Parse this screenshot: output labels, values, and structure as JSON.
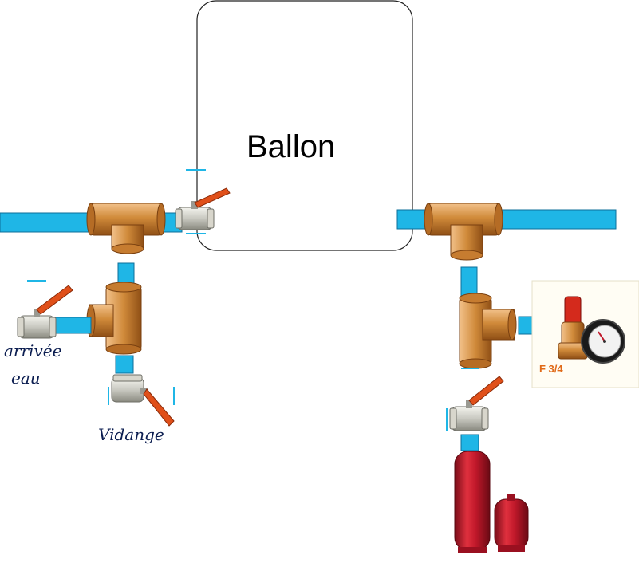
{
  "diagram": {
    "tank_label": "Ballon",
    "inlet_label_line1": "arrivée",
    "inlet_label_line2": "eau",
    "drain_label": "Vidange",
    "fitting_label": "F 3/4"
  },
  "colors": {
    "pipe": "#1fb6e6",
    "pipe_edge": "#0e6f9a",
    "copper": "#d08a3a",
    "copper_dark": "#8f4f15",
    "brass": "#c8c8c0",
    "valve_handle": "#e0501a",
    "vessel_red": "#c0182a",
    "label_text": "#0b1d50",
    "fitting_label": "#e06a18"
  }
}
